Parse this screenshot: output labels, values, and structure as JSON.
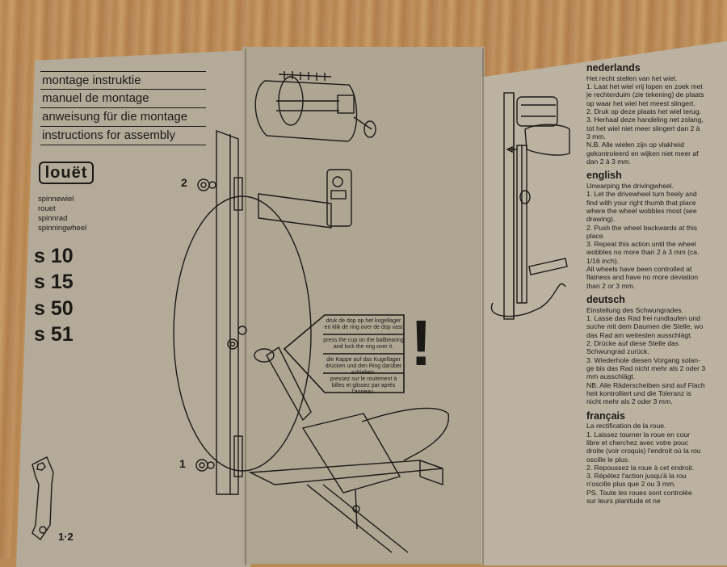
{
  "titles": [
    "montage instruktie",
    "manuel de montage",
    "anweisung für die montage",
    "instructions for assembly"
  ],
  "brand": "louët",
  "product_types": [
    "spinnewiel",
    "rouet",
    "spinnrad",
    "spinningwheel"
  ],
  "models": [
    "s 10",
    "s 15",
    "s 50",
    "s 51"
  ],
  "step_labels": {
    "two": "2",
    "one": "1"
  },
  "page_number": "1·2",
  "warning_mark": "!",
  "callout": {
    "nl": "druk de dop op het kogellager en klik de ring over de dop vast",
    "en": "press the cup on the ballbearing and lock the ring over it.",
    "de": "die Kappe auf das Kugellager drücken und den Ring darüber schieben.",
    "fr": "pressez sur le roulement à billes et glissez par après l'anneau."
  },
  "sections": [
    {
      "heading": "nederlands",
      "lines": [
        "Het recht stellen van het wiel.",
        "1. Laat het wiel vrij lopen en zoek met",
        "je rechterduim (zie tekening) de plaats",
        "op waar het wiel het meest slingert.",
        "2. Druk op deze plaats het wiel terug.",
        "3. Herhaal deze handeling net zolang,",
        "tot het wiel niet meer slingert dan 2 à",
        "3 mm.",
        "N.B. Alle wielen zijn op vlakheid",
        "gekontroleerd en wijken niet meer af",
        "dan 2 à 3 mm."
      ]
    },
    {
      "heading": "english",
      "lines": [
        "Unwarping the drivingwheel.",
        "1. Let the drivewheel turn freely and",
        "find with your right thumb that place",
        "where the wheel wobbles most (see",
        "drawing).",
        "2. Push the wheel backwards at this",
        "place.",
        "3. Repeat this action until the wheel",
        "wobbles no more than 2 à 3 mm (ca.",
        "1/16 inch).",
        "All wheels have been controlled at",
        "flatness and have no more deviation",
        "than 2 or 3 mm."
      ]
    },
    {
      "heading": "deutsch",
      "lines": [
        "Einstellung des Schwungrades.",
        "1. Lasse das Rad frei rundlaufen und",
        "suche mit dem Daumen die Stelle, wo",
        "das Rad am weitesten ausschlägt.",
        "2. Drücke auf diese Stelle das",
        "Schwungrad zurück.",
        "3. Wiederhole diesen Vorgang solan-",
        "ge bis das Rad nicht mehr als 2 oder 3",
        "mm ausschlägt.",
        "NB. Alle Räderscheiben sind auf Flach",
        "heit kontrolliert und die Toleranz is",
        "nicht mehr als 2 oder 3 mm."
      ]
    },
    {
      "heading": "français",
      "lines": [
        "La rectification de la roue.",
        "1. Laissez tourner la roue en cour",
        "libre et cherchez avec votre pouc",
        "droite (voir croquis) l'endroit où la rou",
        "oscille le plus.",
        "2. Repoussez la roue à cet endroit.",
        "3. Répétez l'action jusqu'à la rou",
        "n'oscille plus que 2 ou 3 mm.",
        "PS. Toute les roues sont controlée",
        "sur leurs planitude et ne"
      ]
    }
  ]
}
